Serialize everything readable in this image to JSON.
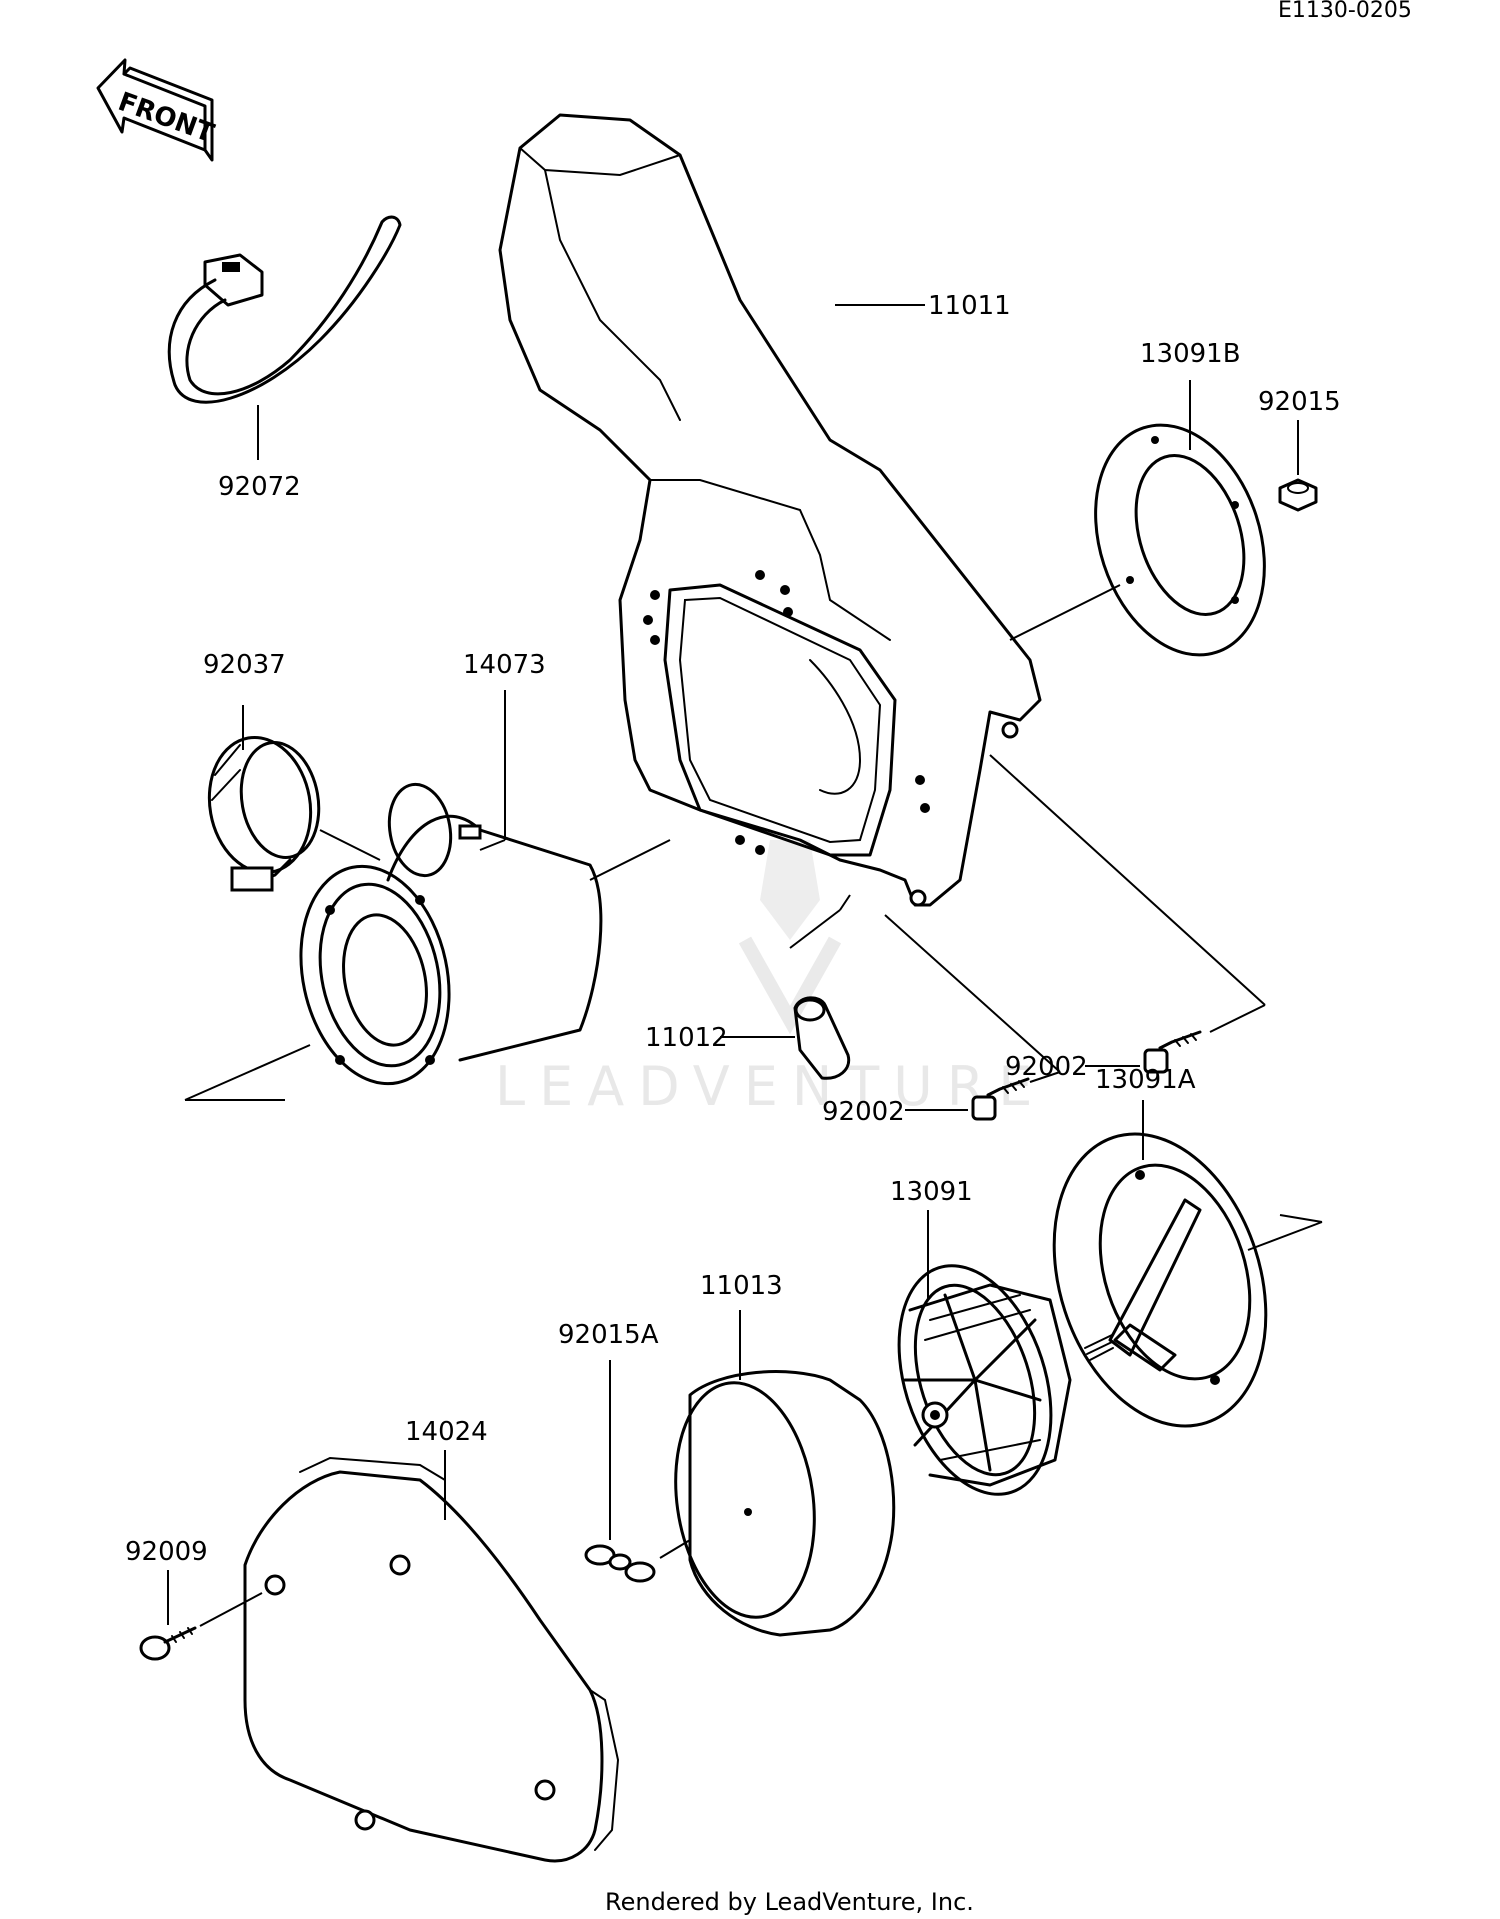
{
  "diagram_code": "E1130-0205",
  "front_arrow": {
    "label": "FRONT"
  },
  "watermark": {
    "text": "LEADVENTURE"
  },
  "parts": {
    "p11011": "11011",
    "p13091B": "13091B",
    "p92015": "92015",
    "p92072": "92072",
    "p92037": "92037",
    "p14073": "14073",
    "p11012": "11012",
    "p92002_a": "92002",
    "p92002_b": "92002",
    "p13091A": "13091A",
    "p13091": "13091",
    "p11013": "11013",
    "p92015A": "92015A",
    "p14024": "14024",
    "p92009": "92009"
  },
  "footer": {
    "text": "Rendered by LeadVenture, Inc."
  }
}
